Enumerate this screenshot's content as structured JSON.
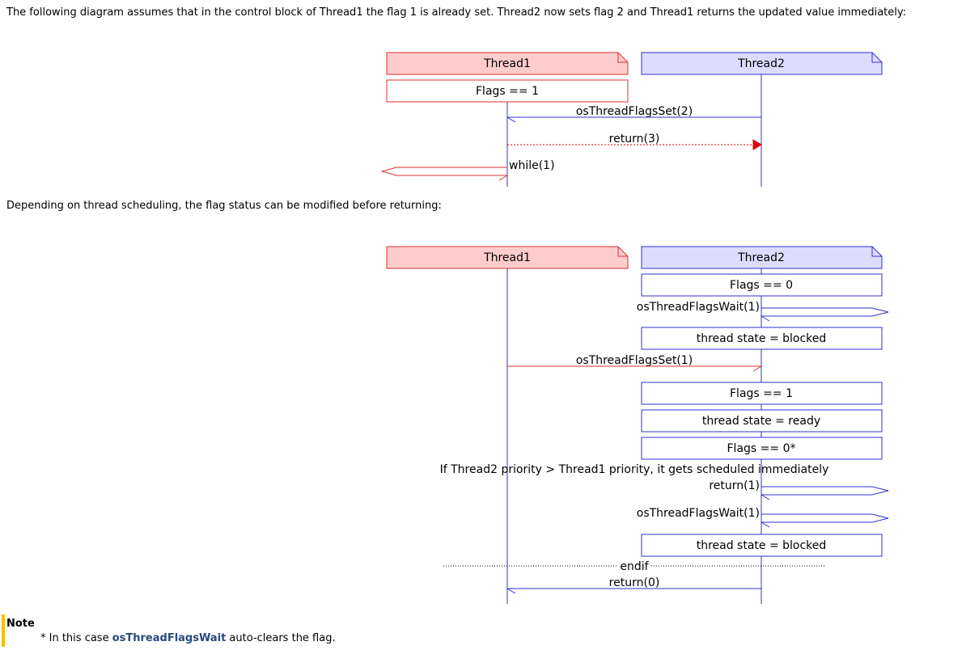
{
  "intro_text": "The following diagram assumes that in the control block of Thread1 the flag 1 is already set. Thread2 now sets flag 2 and Thread1 returns the updated value immediately:",
  "between_text": "Depending on thread scheduling, the flag status can be modified before returning:",
  "colors": {
    "thread1_fill": "#ffcccc",
    "thread1_stroke": "#e03030",
    "thread2_fill": "#dcdcff",
    "thread2_stroke": "#3030d0",
    "return_arrow": "#e00000",
    "note_bar": "#f0c300",
    "note_link": "#29497f"
  },
  "diagram1": {
    "participants": [
      "Thread1",
      "Thread2"
    ],
    "state_box": "Flags == 1",
    "messages": [
      "osThreadFlagsSet(2)",
      "return(3)",
      "while(1)"
    ]
  },
  "diagram2": {
    "participants": [
      "Thread1",
      "Thread2"
    ],
    "steps": [
      "Flags == 0",
      "osThreadFlagsWait(1)",
      "thread state = blocked",
      "osThreadFlagsSet(1)",
      "Flags == 1",
      "thread state = ready",
      "Flags == 0*",
      "If Thread2 priority > Thread1 priority, it gets scheduled immediately",
      "return(1)",
      "osThreadFlagsWait(1)",
      "thread state = blocked",
      "endif",
      "return(0)"
    ]
  },
  "note": {
    "title": "Note",
    "prefix": "* In this case ",
    "function_name": "osThreadFlagsWait",
    "suffix": " auto-clears the flag."
  }
}
